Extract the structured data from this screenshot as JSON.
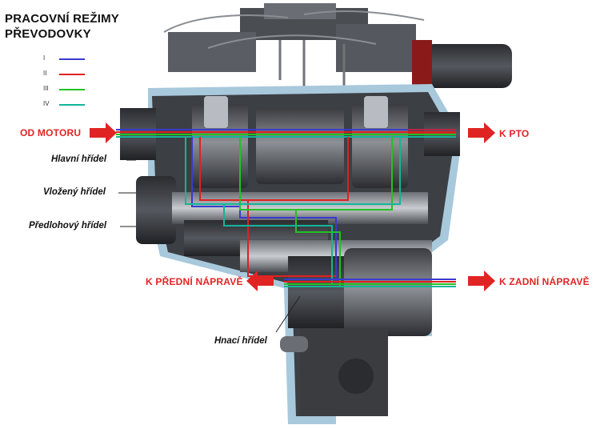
{
  "title": {
    "line1": "PRACOVNÍ REŽIMY",
    "line2": "PŘEVODOVKY"
  },
  "legend": [
    {
      "label": "I",
      "color": "#3a3ad0"
    },
    {
      "label": "II",
      "color": "#e02020"
    },
    {
      "label": "III",
      "color": "#22c222"
    },
    {
      "label": "IV",
      "color": "#12b59a"
    }
  ],
  "flows": {
    "input": "OD MOTORU",
    "pto": "K PTO",
    "front_axle": "K PŘEDNÍ NÁPRAVĚ",
    "rear_axle": "K ZADNÍ NÁPRAVĚ"
  },
  "parts": {
    "main_shaft": "Hlavní hřídel",
    "inserted_shaft": "Vložený hřídel",
    "countershaft": "Předlohový hřídel",
    "drive_shaft": "Hnací hřídel"
  },
  "colors": {
    "arrow": "#e02424",
    "housing": "#3c3f44",
    "casing": "#a8c8dc"
  }
}
